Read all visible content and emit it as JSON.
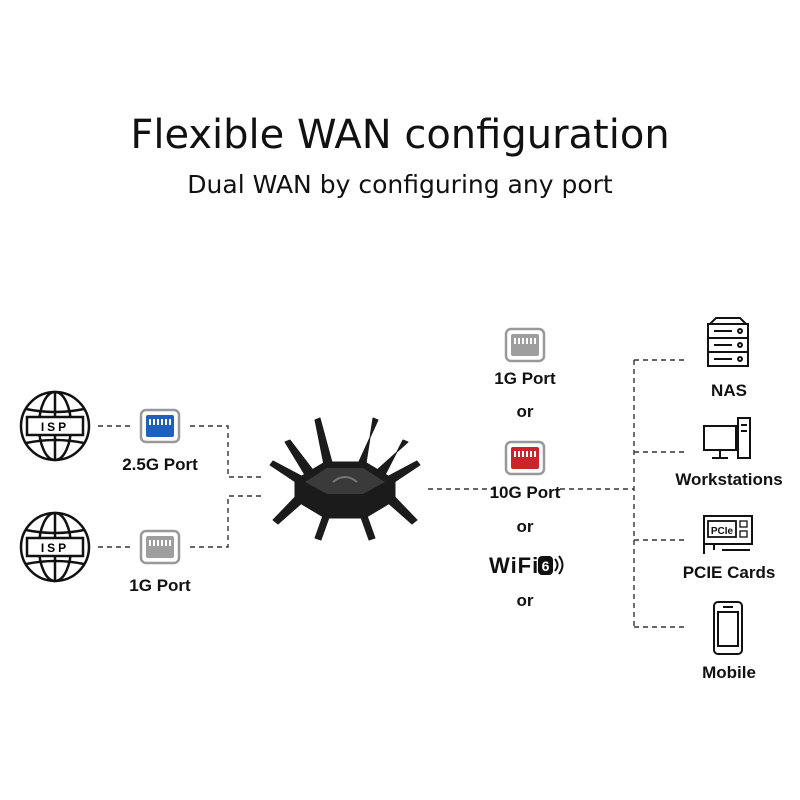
{
  "header": {
    "title": "Flexible WAN configuration",
    "subtitle": "Dual WAN by configuring any port"
  },
  "isp": {
    "top": {
      "label": "ISP",
      "port_label": "2.5G Port",
      "port_color": "#1f5fbf"
    },
    "bottom": {
      "label": "ISP",
      "port_label": "1G Port",
      "port_color": "#9e9e9e"
    }
  },
  "router": {
    "icon": "router-icon"
  },
  "options": {
    "port_1g": {
      "label": "1G Port",
      "color": "#9e9e9e"
    },
    "or_1": "or",
    "port_10g": {
      "label": "10G Port",
      "color": "#c8262c"
    },
    "or_2": "or",
    "wifi": {
      "text": "WiFi",
      "badge": "6"
    },
    "or_3": "or"
  },
  "devices": [
    {
      "label": "NAS",
      "icon": "nas-icon"
    },
    {
      "label": "Workstations",
      "icon": "workstation-icon"
    },
    {
      "label": "PCIE Cards",
      "icon": "pcie-card-icon",
      "chip_text": "PCIe"
    },
    {
      "label": "Mobile",
      "icon": "mobile-icon"
    }
  ],
  "colors": {
    "line": "#333333",
    "port_blue": "#1f5fbf",
    "port_gray": "#9e9e9e",
    "port_red": "#c8262c",
    "router": "#1b1b1b"
  }
}
